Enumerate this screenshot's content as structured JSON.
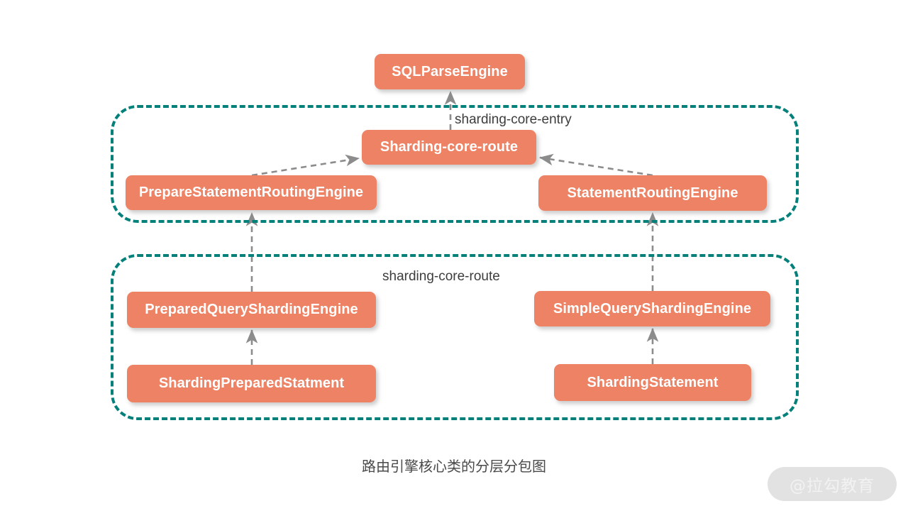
{
  "diagram": {
    "caption": "路由引擎核心类的分层分包图",
    "colors": {
      "node_fill": "#ED8264",
      "node_text": "#ffffff",
      "package_border": "#04807A",
      "arrow": "#8C8C8C",
      "background": "#ffffff",
      "caption_text": "#4a4a4a"
    },
    "packages": [
      {
        "id": "sharding-core-entry",
        "label": "sharding-core-entry"
      },
      {
        "id": "sharding-core-route",
        "label": "sharding-core-route"
      }
    ],
    "nodes": [
      {
        "id": "sqlparseengine",
        "label": "SQLParseEngine"
      },
      {
        "id": "shardingcoreroute",
        "label": "Sharding-core-route"
      },
      {
        "id": "preparestatementrouting",
        "label": "PrepareStatementRoutingEngine"
      },
      {
        "id": "statementrouting",
        "label": "StatementRoutingEngine"
      },
      {
        "id": "preparedqueryshard",
        "label": "PreparedQueryShardingEngine"
      },
      {
        "id": "simplequeryshard",
        "label": "SimpleQueryShardingEngine"
      },
      {
        "id": "shardingpreparedstmt",
        "label": "ShardingPreparedStatment"
      },
      {
        "id": "shardingstatement",
        "label": "ShardingStatement"
      }
    ],
    "edges": [
      {
        "from": "shardingcoreroute",
        "to": "sqlparseengine",
        "style": "dashed",
        "arrow": "open"
      },
      {
        "from": "preparestatementrouting",
        "to": "shardingcoreroute",
        "style": "dashed",
        "arrow": "open"
      },
      {
        "from": "statementrouting",
        "to": "shardingcoreroute",
        "style": "dashed",
        "arrow": "open"
      },
      {
        "from": "preparedqueryshard",
        "to": "preparestatementrouting",
        "style": "dashed",
        "arrow": "open"
      },
      {
        "from": "simplequeryshard",
        "to": "statementrouting",
        "style": "dashed",
        "arrow": "open"
      },
      {
        "from": "shardingpreparedstmt",
        "to": "preparedqueryshard",
        "style": "dashed",
        "arrow": "open"
      },
      {
        "from": "shardingstatement",
        "to": "simplequeryshard",
        "style": "dashed",
        "arrow": "open"
      }
    ]
  },
  "watermark": {
    "text": "@拉勾教育"
  }
}
